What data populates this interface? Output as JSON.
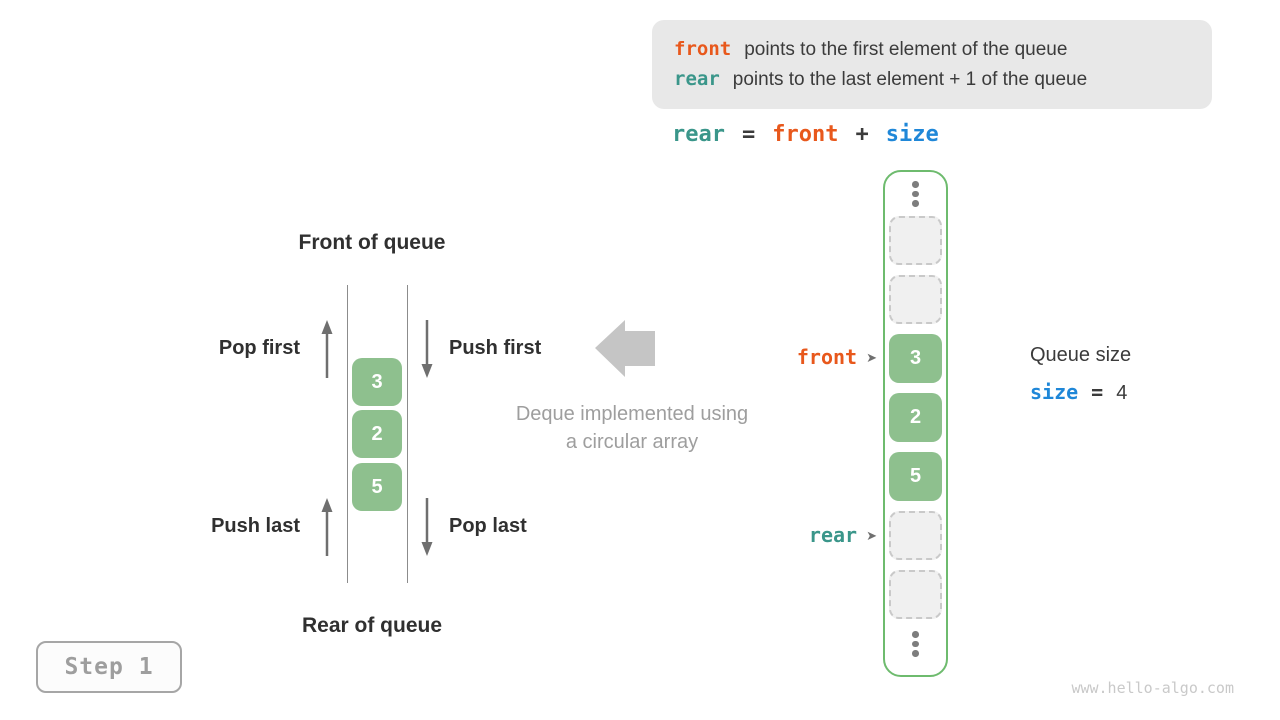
{
  "colors": {
    "orange": "#E8581C",
    "teal": "#3A968A",
    "blue": "#1F87D8",
    "dark": "#3B3B3B",
    "label-dark": "#303030",
    "gray-text": "#9E9E9E",
    "block-arrow": "#C5C5C5",
    "arrow-gray": "#6F6F6F",
    "green-fill": "#8EC08E",
    "green-border": "#6EBB6E",
    "dashed-border": "#C9C9C9",
    "dashed-fill": "#F0F0F0",
    "box-bg": "#E8E8E8",
    "channel-line": "#8C8C8C",
    "step-border": "#A6A6A6",
    "step-text": "#9E9E9E",
    "watermark": "#C9C9C9",
    "dots": "#7D7D7D"
  },
  "info_box": {
    "line1_keyword": "front",
    "line1_text": "points to the first element of the queue",
    "line2_keyword": "rear",
    "line2_text": "points to the last element + 1 of the queue"
  },
  "formula": {
    "rear": "rear",
    "eq": "=",
    "front": "front",
    "plus": "+",
    "size": "size"
  },
  "deque": {
    "front_label": "Front of queue",
    "rear_label": "Rear of queue",
    "pop_first": "Pop first",
    "push_first": "Push first",
    "push_last": "Push last",
    "pop_last": "Pop last",
    "values": [
      "3",
      "2",
      "5"
    ]
  },
  "caption": {
    "line1": "Deque implemented using",
    "line2": "a circular array"
  },
  "array": {
    "front_pointer": "front",
    "rear_pointer": "rear",
    "pointer_arrow": "➤",
    "cells": [
      {
        "value": "",
        "state": "empty"
      },
      {
        "value": "",
        "state": "empty"
      },
      {
        "value": "3",
        "state": "filled"
      },
      {
        "value": "2",
        "state": "filled"
      },
      {
        "value": "5",
        "state": "filled"
      },
      {
        "value": "",
        "state": "empty"
      },
      {
        "value": "",
        "state": "empty"
      }
    ]
  },
  "queue_size": {
    "title": "Queue size",
    "var": "size",
    "eq": "=",
    "value": "4"
  },
  "step": {
    "label": "Step 1"
  },
  "watermark": "www.hello-algo.com"
}
